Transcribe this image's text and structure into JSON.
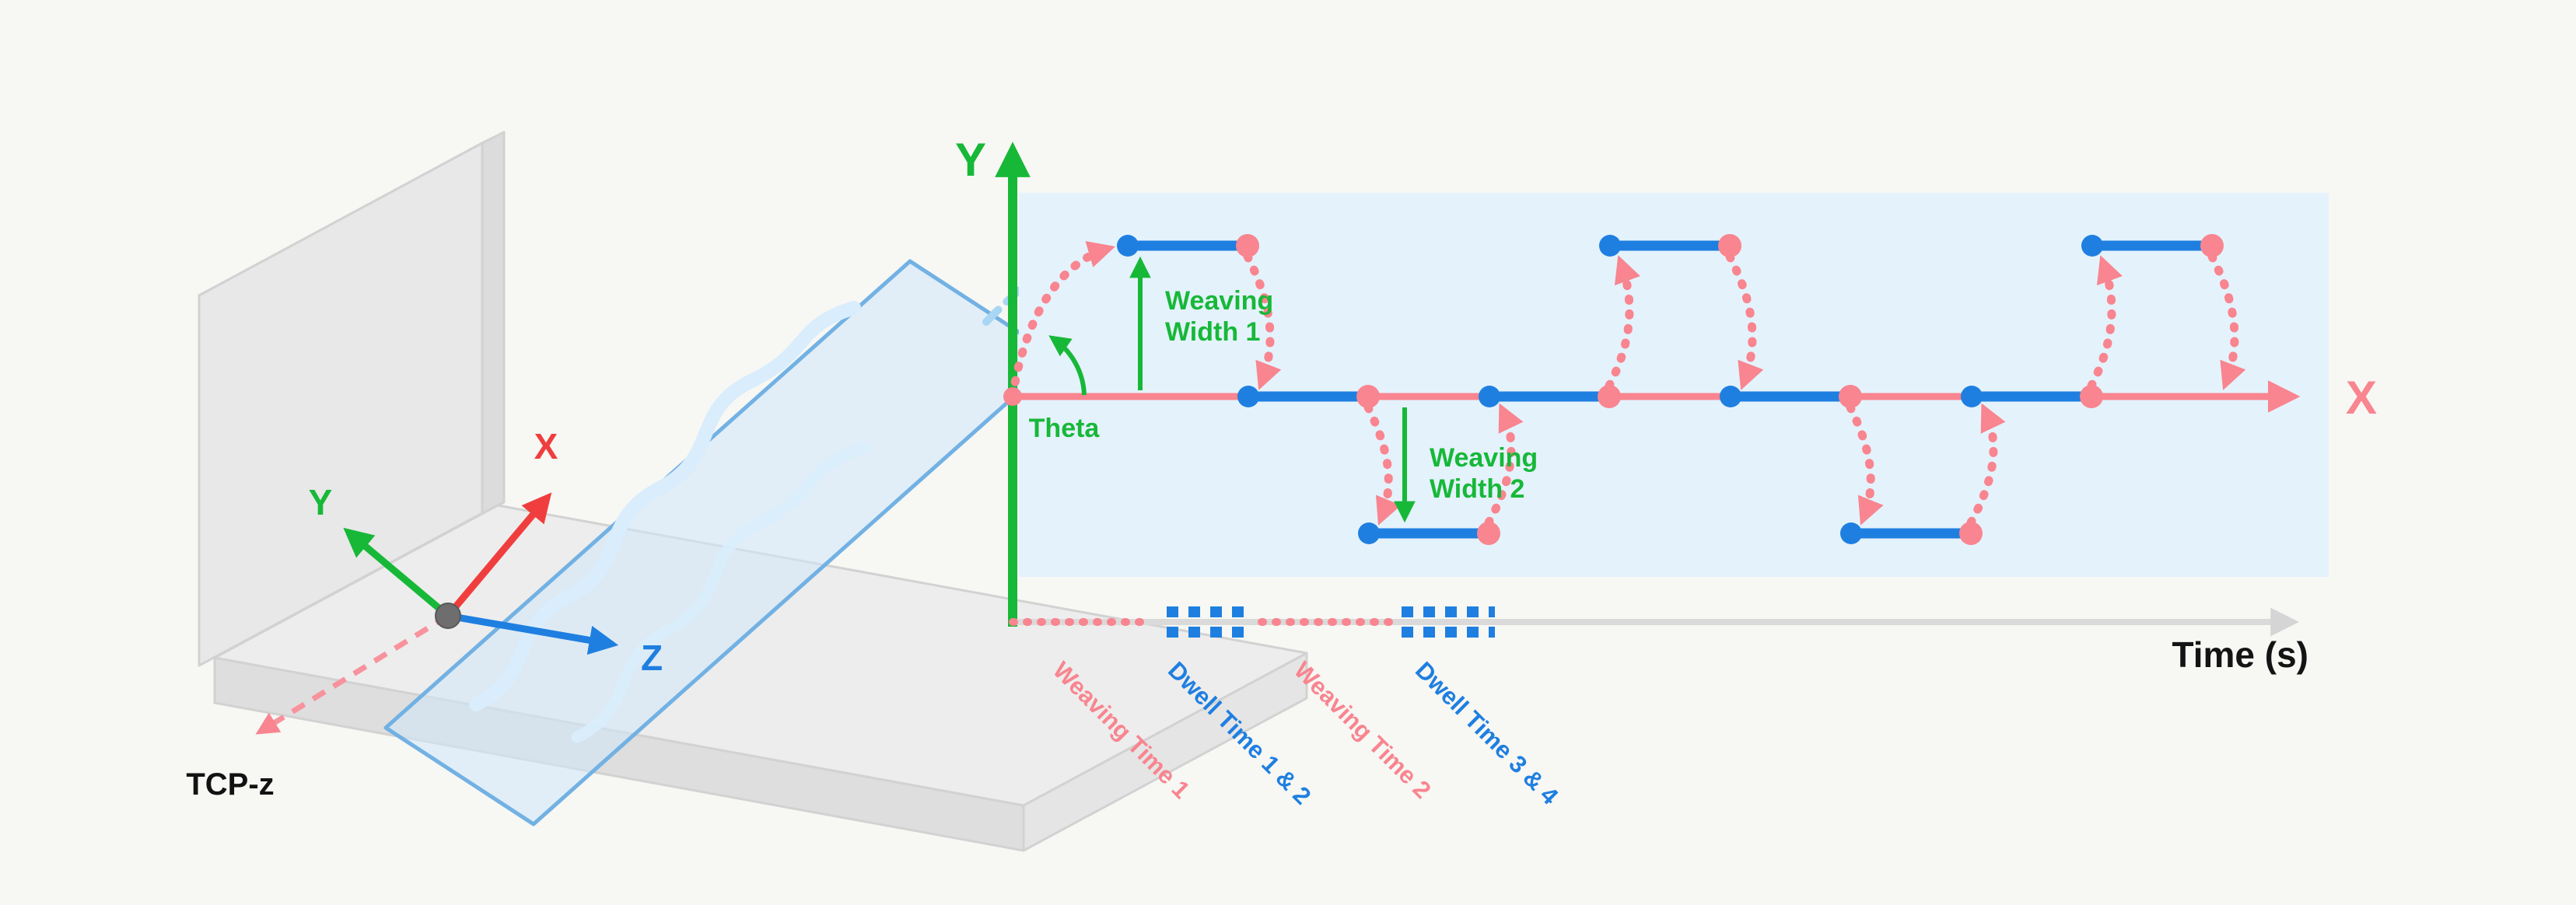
{
  "page": {
    "background": "#f7f7f4"
  },
  "colors": {
    "pink": "#F8858F",
    "blue": "#1E7FE0",
    "green": "#17B838",
    "red": "#F03E3E",
    "light_blue_plane": "#CFE7FA",
    "chart_background": "#E4F2FC",
    "time_axis_gray": "#DADADA",
    "plate_gray": "#E8E8E8",
    "dark_text": "#141414"
  },
  "left_diagram": {
    "tcp_label": "TCP-z",
    "axis_x": "X",
    "axis_y": "Y",
    "axis_z": "Z"
  },
  "chart": {
    "y_axis_label": "Y",
    "x_axis_label": "X",
    "time_axis_label": "Time (s)",
    "annotations": {
      "theta": "Theta",
      "weaving_width_1": {
        "line1": "Weaving",
        "line2": "Width 1"
      },
      "weaving_width_2": {
        "line1": "Weaving",
        "line2": "Width 2"
      }
    },
    "timeline_labels": {
      "weaving_time_1": "Weaving Time 1",
      "dwell_time_1_2": "Dwell Time 1 & 2",
      "weaving_time_2": "Weaving Time 2",
      "dwell_time_3_4": "Dwell Time 3 & 4"
    }
  }
}
